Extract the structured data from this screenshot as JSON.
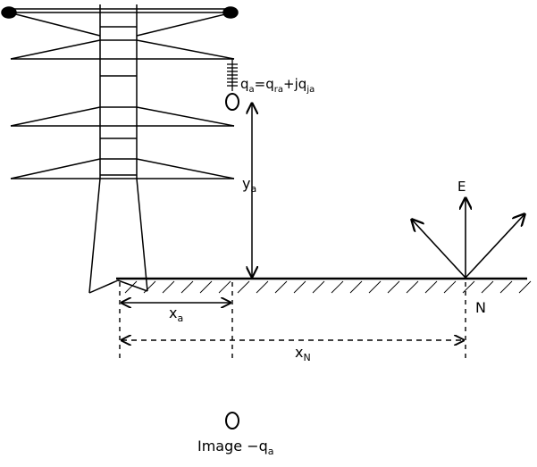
{
  "labels": {
    "charge": {
      "q": "q",
      "a": "a",
      "eq": "=",
      "r": "q",
      "ra": "ra",
      "plus": "+j",
      "j": "q",
      "ja": "ja"
    },
    "ya": {
      "main": "y",
      "sub": "a"
    },
    "xa": {
      "main": "x",
      "sub": "a"
    },
    "xn": {
      "main": "x",
      "sub": "N"
    },
    "field": "E",
    "point": "N",
    "image": {
      "prefix": "Image −q",
      "sub": "a"
    }
  }
}
